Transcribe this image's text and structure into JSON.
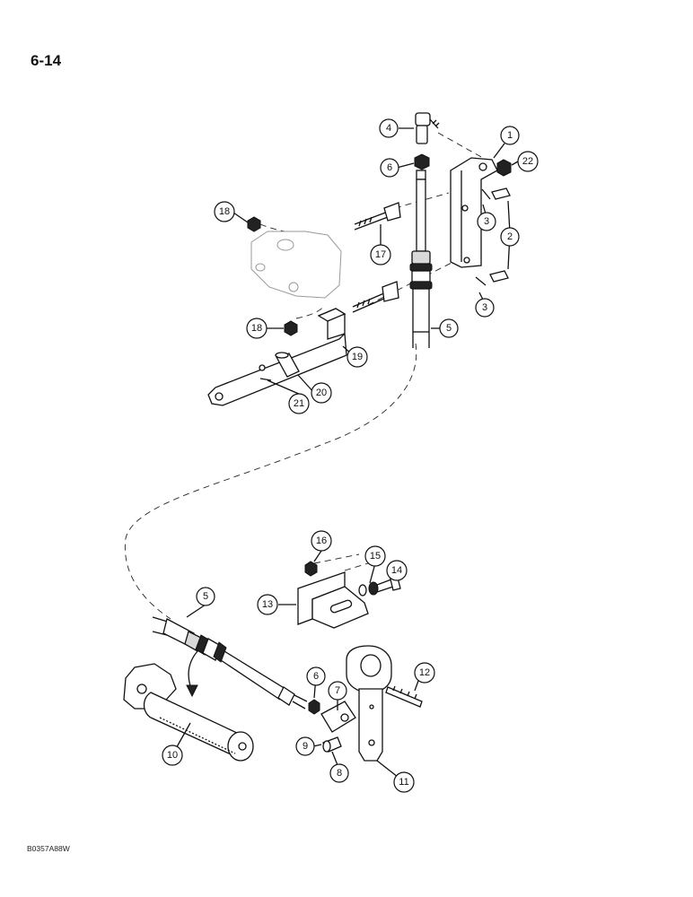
{
  "page_number": "6-14",
  "figure_code": "B0357A88W",
  "callouts": [
    {
      "id": "c4",
      "label": "4"
    },
    {
      "id": "c1",
      "label": "1"
    },
    {
      "id": "c22",
      "label": "22"
    },
    {
      "id": "c6a",
      "label": "6"
    },
    {
      "id": "c18a",
      "label": "18"
    },
    {
      "id": "c3a",
      "label": "3"
    },
    {
      "id": "c2",
      "label": "2"
    },
    {
      "id": "c17",
      "label": "17"
    },
    {
      "id": "c3b",
      "label": "3"
    },
    {
      "id": "c18b",
      "label": "18"
    },
    {
      "id": "c5a",
      "label": "5"
    },
    {
      "id": "c19",
      "label": "19"
    },
    {
      "id": "c20",
      "label": "20"
    },
    {
      "id": "c21",
      "label": "21"
    },
    {
      "id": "c16",
      "label": "16"
    },
    {
      "id": "c15",
      "label": "15"
    },
    {
      "id": "c14",
      "label": "14"
    },
    {
      "id": "c13",
      "label": "13"
    },
    {
      "id": "c5b",
      "label": "5"
    },
    {
      "id": "c12",
      "label": "12"
    },
    {
      "id": "c6b",
      "label": "6"
    },
    {
      "id": "c7",
      "label": "7"
    },
    {
      "id": "c9",
      "label": "9"
    },
    {
      "id": "c10",
      "label": "10"
    },
    {
      "id": "c8",
      "label": "8"
    },
    {
      "id": "c11",
      "label": "11"
    }
  ]
}
